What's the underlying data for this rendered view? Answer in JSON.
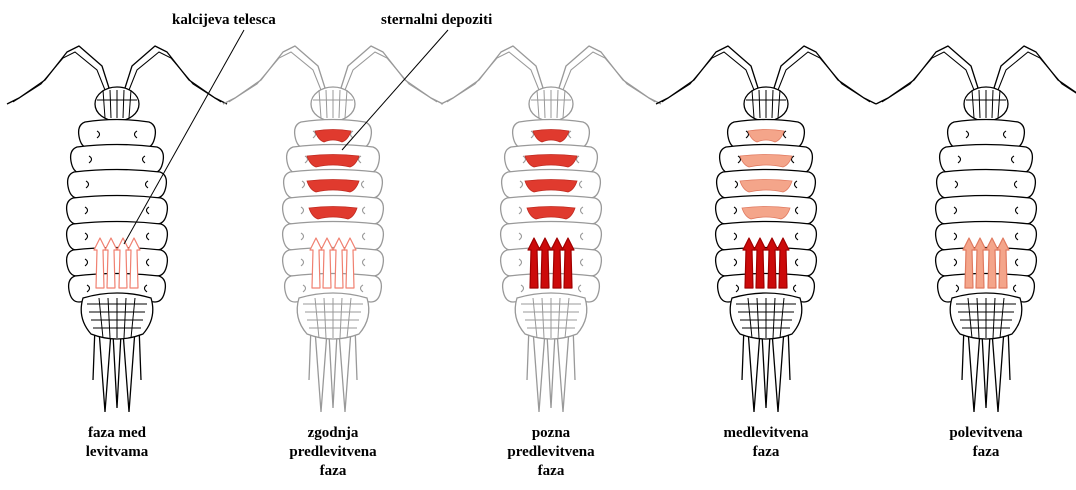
{
  "callouts": {
    "calcium_bodies": "kalcijeva telesca",
    "sternal_deposits": "sternalni depoziti"
  },
  "stages": [
    {
      "lines": [
        "faza med",
        "levitvama"
      ],
      "outline": "#000000",
      "plate_fill": "none",
      "plate_stroke": "none",
      "body_fill": "#ffffff",
      "body_stroke": "#f08070"
    },
    {
      "lines": [
        "zgodnja",
        "predlevitvena",
        "faza"
      ],
      "outline": "#999999",
      "plate_fill": "#e03a2e",
      "plate_stroke": "#c02a20",
      "body_fill": "#ffffff",
      "body_stroke": "#f08070"
    },
    {
      "lines": [
        "pozna",
        "predlevitvena",
        "faza"
      ],
      "outline": "#999999",
      "plate_fill": "#e03a2e",
      "plate_stroke": "#c02a20",
      "body_fill": "#cc0a0a",
      "body_stroke": "#a00000"
    },
    {
      "lines": [
        "medlevitvena",
        "faza"
      ],
      "outline": "#000000",
      "plate_fill": "#f4a58a",
      "plate_stroke": "#e07a60",
      "body_fill": "#cc0a0a",
      "body_stroke": "#a00000"
    },
    {
      "lines": [
        "polevitvena",
        "faza"
      ],
      "outline": "#000000",
      "plate_fill": "none",
      "plate_stroke": "none",
      "body_fill": "#f4a58a",
      "body_stroke": "#e07a60"
    }
  ],
  "colors": {
    "leader_line": "#000000"
  }
}
